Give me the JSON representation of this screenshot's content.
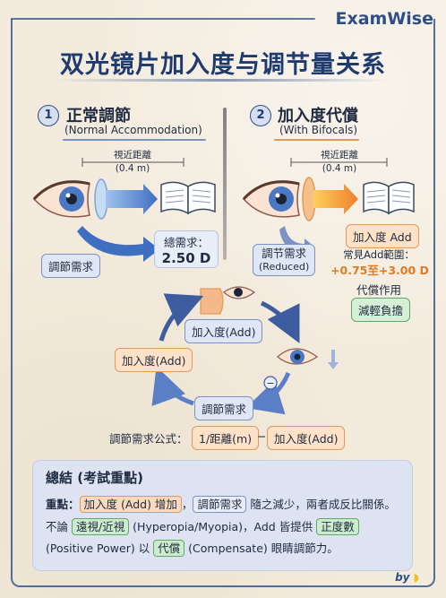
{
  "brand": "ExamWise",
  "title": "双光镜片加入度与调节量关系",
  "left": {
    "number": "1",
    "title": "正常調節",
    "subtitle": "(Normal Accommodation)",
    "near_distance_label": "視近距離",
    "near_distance_value": "(0.4 m)",
    "accommodation_label": "調節需求",
    "total_label": "總需求：",
    "total_value": "2.50 D"
  },
  "right": {
    "number": "2",
    "title": "加入度代償",
    "subtitle": "(With Bifocals)",
    "near_distance_label": "視近距離",
    "near_distance_value": "(0.4 m)",
    "accommodation_label": "調节需求",
    "accommodation_sub": "(Reduced)",
    "add_label": "加入度 Add",
    "range_label": "常見Add範圍：",
    "range_value": "+0.75至+3.00 D",
    "comp_label": "代償作用",
    "comp_value": "減輕負擔"
  },
  "cycle": {
    "top_label": "加入度(Add)",
    "left_label": "加入度(Add)",
    "bottom_label": "調節需求",
    "minus_sign": "−",
    "formula_prefix": "調節需求公式：",
    "formula_term1": "1/距離(m)",
    "formula_op": "−",
    "formula_term2": "加入度(Add)"
  },
  "summary": {
    "title": "總結 (考試重點)",
    "l1_prefix": "重點：",
    "l1_hl1": "加入度 (Add) 增加",
    "l1_mid": "，",
    "l1_hl2": "調節需求",
    "l1_suffix": " 隨之減少，兩者成反比關係。",
    "l2_prefix": "不論 ",
    "l2_hl1": "遠視/近視",
    "l2_mid": " (Hyperopia/Myopia)，Add 皆提供 ",
    "l2_hl2": "正度數",
    "l3_prefix": "(Positive Power) 以 ",
    "l3_hl": "代償",
    "l3_suffix": " (Compensate) 眼睛調節力。"
  },
  "footer": {
    "by": "by"
  },
  "colors": {
    "navy": "#2f4e86",
    "orange": "#e07a26",
    "green": "#5da86a",
    "blue_light": "#dfe7f4"
  }
}
